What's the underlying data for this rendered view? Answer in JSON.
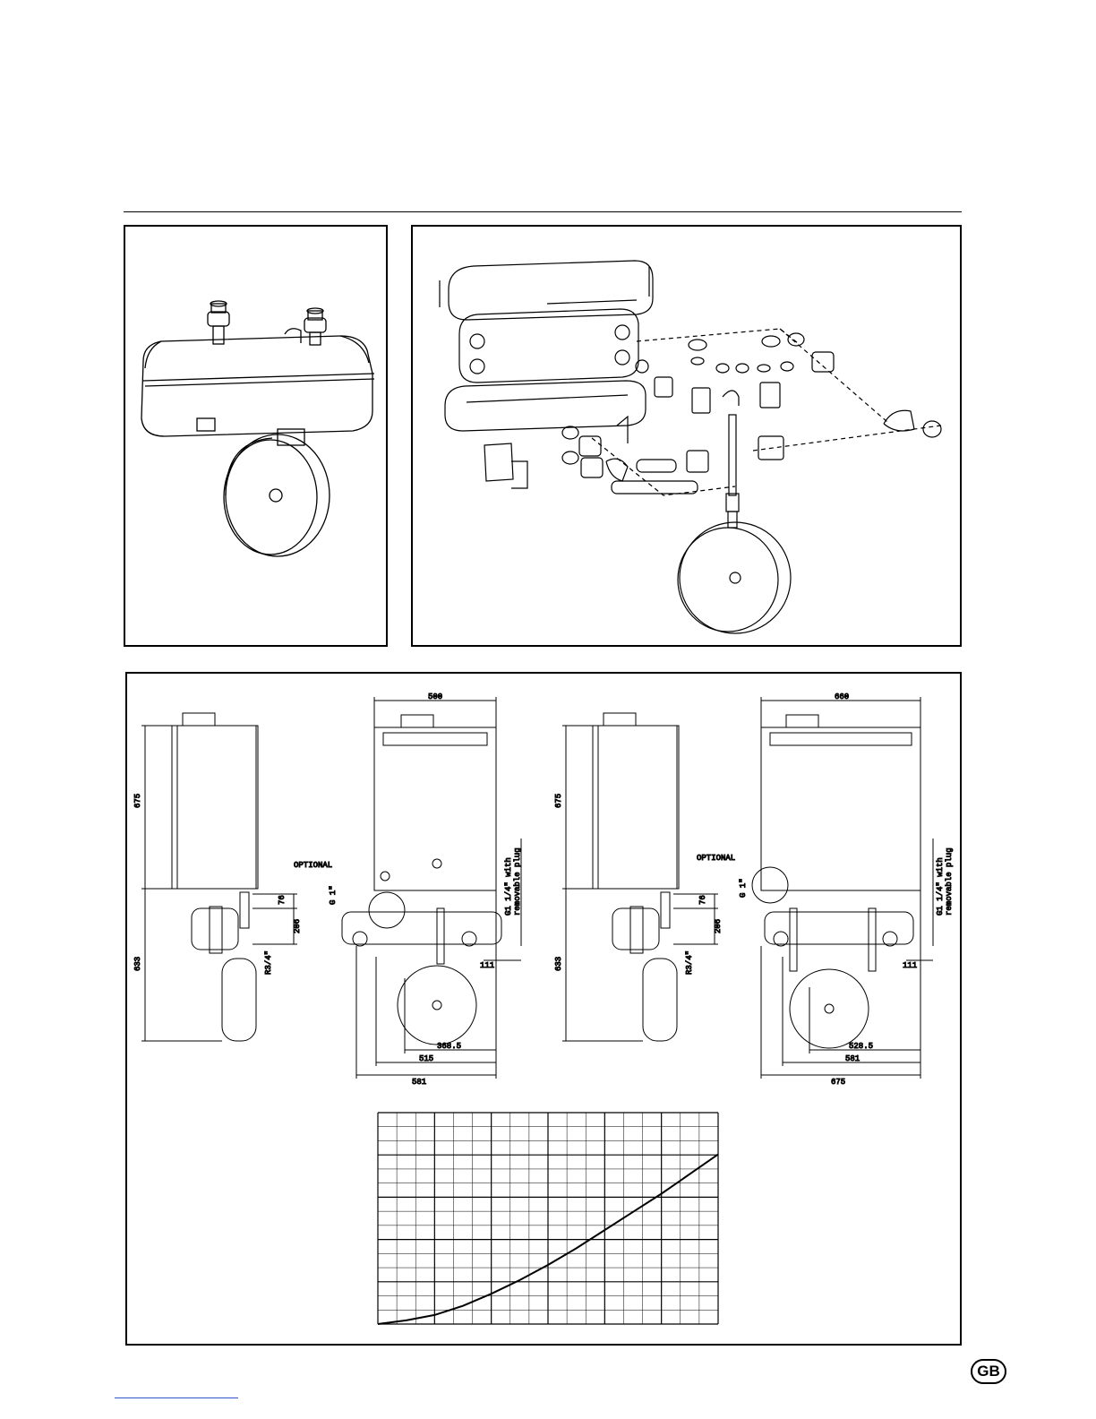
{
  "dimensions": {
    "width_a": "500",
    "width_b": "660",
    "height_top_a": "675",
    "height_top_b": "675",
    "height_bottom_a": "633",
    "height_bottom_b": "633",
    "d76_a": "76",
    "d206_a": "206",
    "d76_b": "76",
    "d206_b": "206",
    "r34_a": "R3/4\"",
    "r34_b": "R3/4\"",
    "d111_a": "111",
    "d111_b": "111",
    "d368": "368.5",
    "d515": "515",
    "d581_a": "581",
    "d528": "528.5",
    "d581_b": "581",
    "d675": "675",
    "g1_a": "G 1\"",
    "g1_b": "G 1\"",
    "optional_a": "OPTIONAL",
    "optional_b": "OPTIONAL",
    "plug_a_line1": "G1 1/4\" with",
    "plug_a_line2": "removable plug",
    "plug_b_line1": "G1 1/4\" with",
    "plug_b_line2": "removable plug"
  },
  "badge": "GB",
  "chart_data": {
    "type": "line",
    "x_grid_major": 6,
    "y_grid_major": 5,
    "minor_per_major": 3,
    "series": [
      {
        "values_xy": [
          [
            0,
            0
          ],
          [
            0.5,
            0.12
          ],
          [
            1,
            0.3
          ],
          [
            1.5,
            0.6
          ],
          [
            2,
            1.0
          ],
          [
            2.5,
            1.45
          ],
          [
            3,
            1.95
          ],
          [
            3.5,
            2.5
          ],
          [
            4,
            3.1
          ],
          [
            4.5,
            3.7
          ],
          [
            5,
            4.3
          ],
          [
            5.5,
            4.95
          ],
          [
            6,
            5.6
          ]
        ]
      }
    ],
    "xlim": [
      0,
      6
    ],
    "ylim": [
      0,
      6
    ],
    "grid": true
  }
}
